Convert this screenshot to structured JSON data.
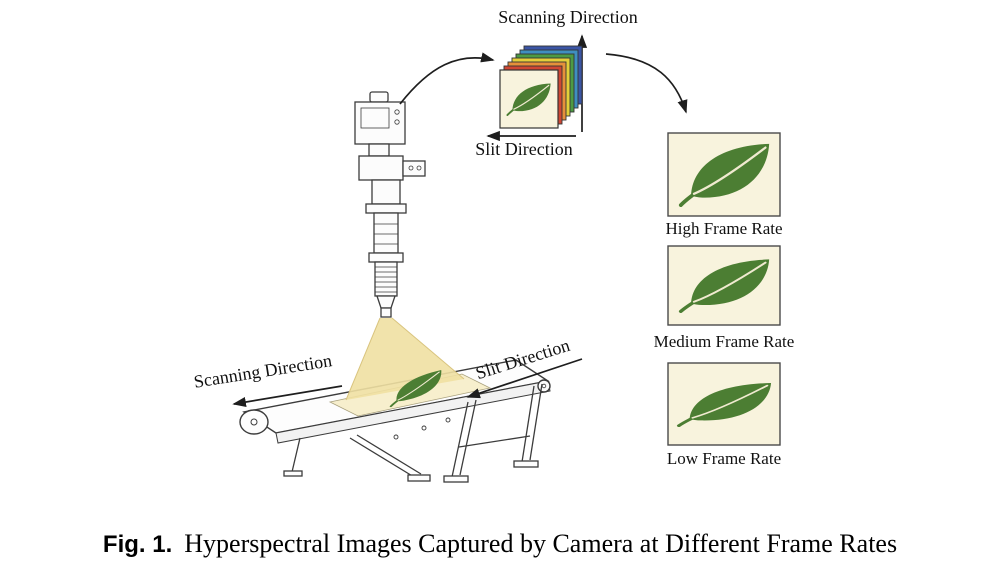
{
  "figure": {
    "caption_label": "Fig. 1.",
    "caption_text": "Hyperspectral Images Captured by Camera at Different Frame Rates"
  },
  "cube": {
    "scanning_label": "Scanning Direction",
    "slit_label": "Slit Direction"
  },
  "belt": {
    "scanning_label": "Scanning Direction",
    "slit_label": "Slit Direction"
  },
  "frame_rates": [
    {
      "label": "High Frame Rate"
    },
    {
      "label": "Medium Frame Rate"
    },
    {
      "label": "Low Frame Rate"
    }
  ],
  "colors": {
    "leaf_green": "#4c7e33",
    "leaf_vein": "#f0ead0",
    "card_cream": "#f8f3dd",
    "beam_yellow": "#efe0a2",
    "lit_area": "#f7efcd",
    "stack_layers": [
      "#3b55a5",
      "#3f8fc0",
      "#4d9a43",
      "#e3cf3a",
      "#e6903b",
      "#cf4633"
    ]
  }
}
